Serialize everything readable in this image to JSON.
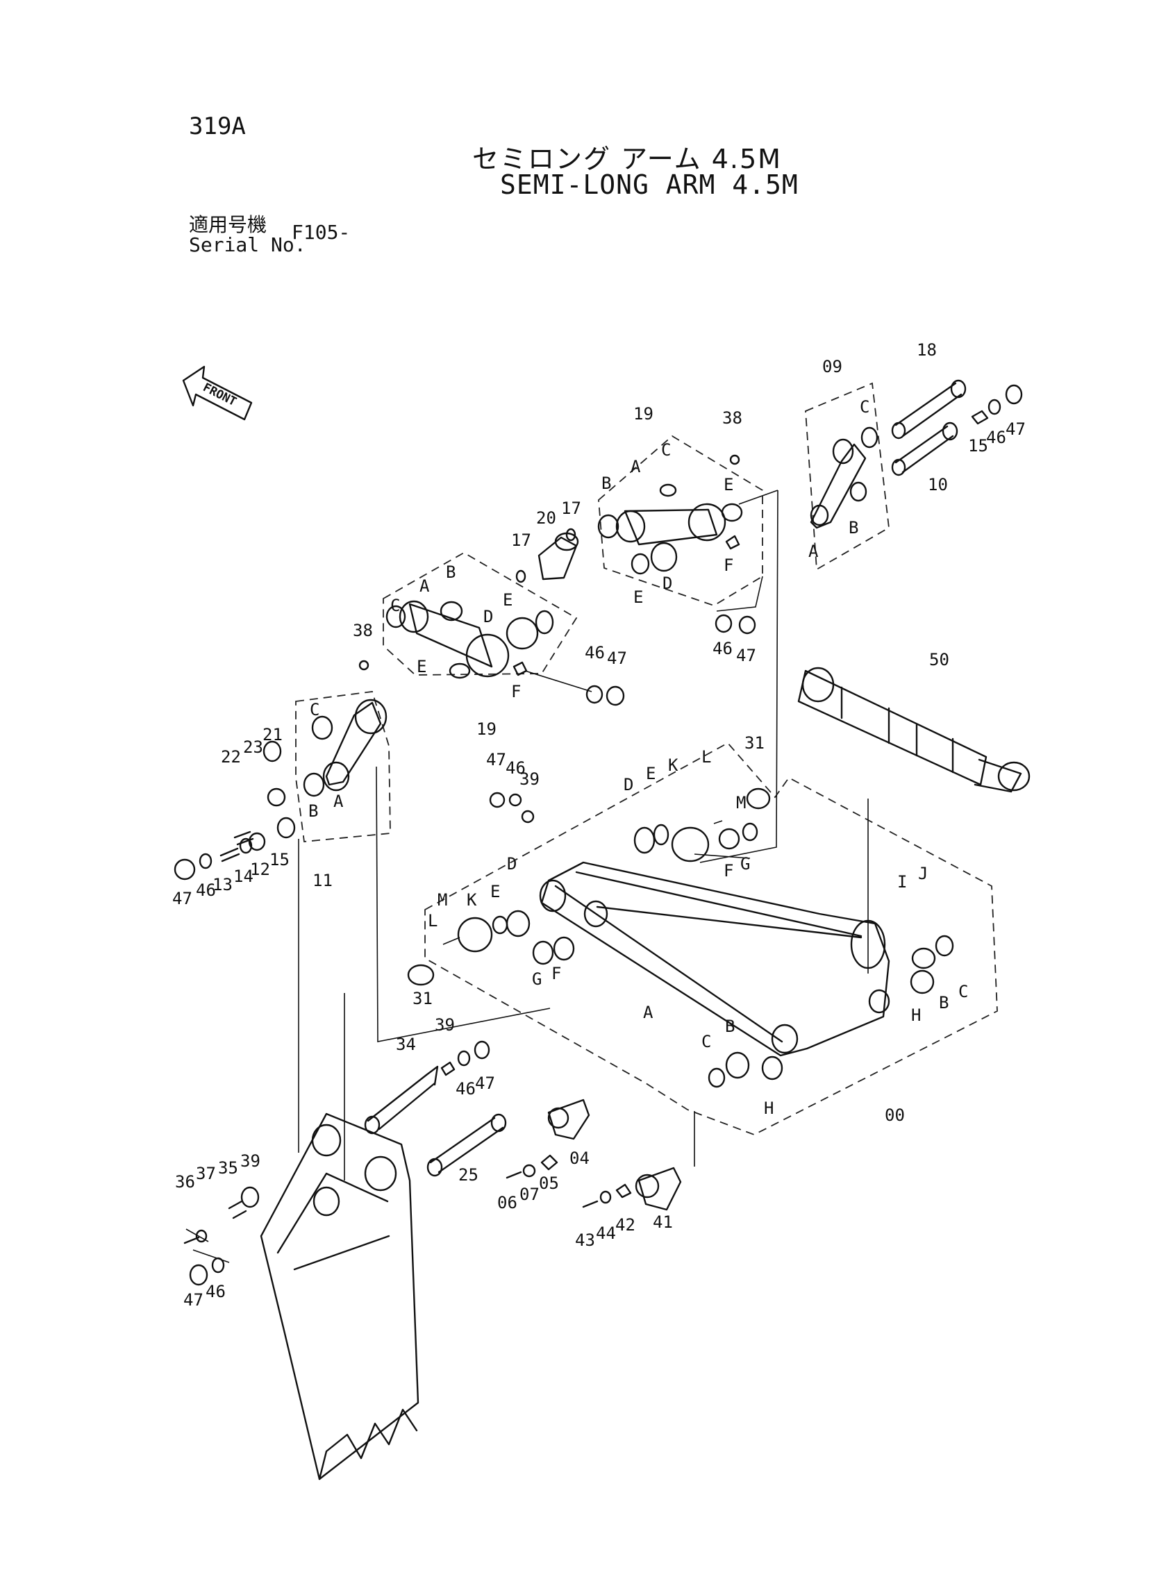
{
  "header": {
    "page_code": "319A",
    "title_jp": "セミロング アーム 4.5M",
    "title_en": "SEMI-LONG ARM 4.5M",
    "serial_label_jp": "適用号機",
    "serial_label_en": "Serial No.",
    "serial_value": "F105-"
  },
  "front_badge": "FRONT",
  "callouts": [
    {
      "id": "c18",
      "text": "18"
    },
    {
      "id": "c09",
      "text": "09"
    },
    {
      "id": "c15a",
      "text": "15"
    },
    {
      "id": "c46a",
      "text": "46"
    },
    {
      "id": "c47a",
      "text": "47"
    },
    {
      "id": "c10",
      "text": "10"
    },
    {
      "id": "c19a",
      "text": "19"
    },
    {
      "id": "c38a",
      "text": "38"
    },
    {
      "id": "c20",
      "text": "20"
    },
    {
      "id": "c17a",
      "text": "17"
    },
    {
      "id": "c17b",
      "text": "17"
    },
    {
      "id": "c38b",
      "text": "38"
    },
    {
      "id": "c46b",
      "text": "46"
    },
    {
      "id": "c47b",
      "text": "47"
    },
    {
      "id": "c46c",
      "text": "46"
    },
    {
      "id": "c47c",
      "text": "47"
    },
    {
      "id": "c19b",
      "text": "19"
    },
    {
      "id": "c50",
      "text": "50"
    },
    {
      "id": "c31a",
      "text": "31"
    },
    {
      "id": "c47d",
      "text": "47"
    },
    {
      "id": "c46d",
      "text": "46"
    },
    {
      "id": "c39a",
      "text": "39"
    },
    {
      "id": "c21",
      "text": "21"
    },
    {
      "id": "c22",
      "text": "22"
    },
    {
      "id": "c23",
      "text": "23"
    },
    {
      "id": "c11",
      "text": "11"
    },
    {
      "id": "c47e",
      "text": "47"
    },
    {
      "id": "c46e",
      "text": "46"
    },
    {
      "id": "c13",
      "text": "13"
    },
    {
      "id": "c14",
      "text": "14"
    },
    {
      "id": "c12",
      "text": "12"
    },
    {
      "id": "c15b",
      "text": "15"
    },
    {
      "id": "c31b",
      "text": "31"
    },
    {
      "id": "c34",
      "text": "34"
    },
    {
      "id": "c39b",
      "text": "39"
    },
    {
      "id": "c46f",
      "text": "46"
    },
    {
      "id": "c47f",
      "text": "47"
    },
    {
      "id": "c25",
      "text": "25"
    },
    {
      "id": "c04",
      "text": "04"
    },
    {
      "id": "c06",
      "text": "06"
    },
    {
      "id": "c07",
      "text": "07"
    },
    {
      "id": "c05",
      "text": "05"
    },
    {
      "id": "c41",
      "text": "41"
    },
    {
      "id": "c43",
      "text": "43"
    },
    {
      "id": "c44",
      "text": "44"
    },
    {
      "id": "c42",
      "text": "42"
    },
    {
      "id": "c00",
      "text": "00"
    },
    {
      "id": "c36",
      "text": "36"
    },
    {
      "id": "c37",
      "text": "37"
    },
    {
      "id": "c35",
      "text": "35"
    },
    {
      "id": "c39c",
      "text": "39"
    },
    {
      "id": "c47g",
      "text": "47"
    },
    {
      "id": "c46g",
      "text": "46"
    }
  ],
  "letters": [
    {
      "id": "L1",
      "text": "C"
    },
    {
      "id": "L2",
      "text": "B"
    },
    {
      "id": "L3",
      "text": "A"
    },
    {
      "id": "L4",
      "text": "A"
    },
    {
      "id": "L5",
      "text": "C"
    },
    {
      "id": "L6",
      "text": "B"
    },
    {
      "id": "L7",
      "text": "E"
    },
    {
      "id": "L8",
      "text": "D"
    },
    {
      "id": "L9",
      "text": "E"
    },
    {
      "id": "L10",
      "text": "F"
    },
    {
      "id": "L11",
      "text": "A"
    },
    {
      "id": "L12",
      "text": "B"
    },
    {
      "id": "L13",
      "text": "C"
    },
    {
      "id": "L14",
      "text": "D"
    },
    {
      "id": "L15",
      "text": "E"
    },
    {
      "id": "L16",
      "text": "E"
    },
    {
      "id": "L17",
      "text": "F"
    },
    {
      "id": "L18",
      "text": "C"
    },
    {
      "id": "L19",
      "text": "B"
    },
    {
      "id": "L20",
      "text": "A"
    },
    {
      "id": "L21",
      "text": "L"
    },
    {
      "id": "L22",
      "text": "K"
    },
    {
      "id": "L23",
      "text": "E"
    },
    {
      "id": "L24",
      "text": "D"
    },
    {
      "id": "L25",
      "text": "M"
    },
    {
      "id": "L26",
      "text": "F"
    },
    {
      "id": "L27",
      "text": "G"
    },
    {
      "id": "L28",
      "text": "M"
    },
    {
      "id": "L29",
      "text": "K"
    },
    {
      "id": "L30",
      "text": "E"
    },
    {
      "id": "L31",
      "text": "D"
    },
    {
      "id": "L32",
      "text": "L"
    },
    {
      "id": "L33",
      "text": "G"
    },
    {
      "id": "L34",
      "text": "F"
    },
    {
      "id": "L35",
      "text": "A"
    },
    {
      "id": "L36",
      "text": "I"
    },
    {
      "id": "L37",
      "text": "J"
    },
    {
      "id": "L38",
      "text": "B"
    },
    {
      "id": "L39",
      "text": "C"
    },
    {
      "id": "L40",
      "text": "H"
    },
    {
      "id": "L41",
      "text": "C"
    },
    {
      "id": "L42",
      "text": "B"
    },
    {
      "id": "L43",
      "text": "H"
    }
  ]
}
